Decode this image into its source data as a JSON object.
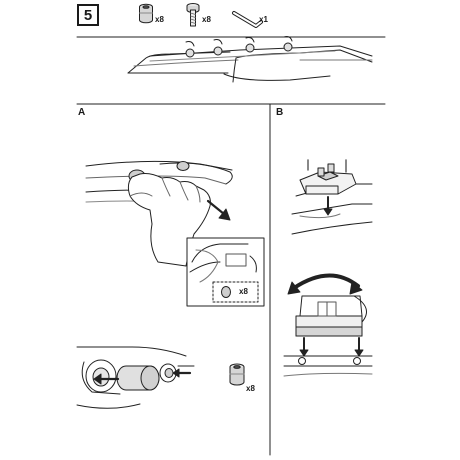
{
  "step": {
    "number": "5"
  },
  "parts": [
    {
      "icon": "spacer-nut-icon",
      "qty": "x8"
    },
    {
      "icon": "bolt-icon",
      "qty": "x8"
    },
    {
      "icon": "allen-key-icon",
      "qty": "x1"
    }
  ],
  "sections": {
    "a": "A",
    "b": "B"
  },
  "detail_inset": {
    "qty": "x8"
  },
  "bottom_part": {
    "qty": "x8"
  }
}
